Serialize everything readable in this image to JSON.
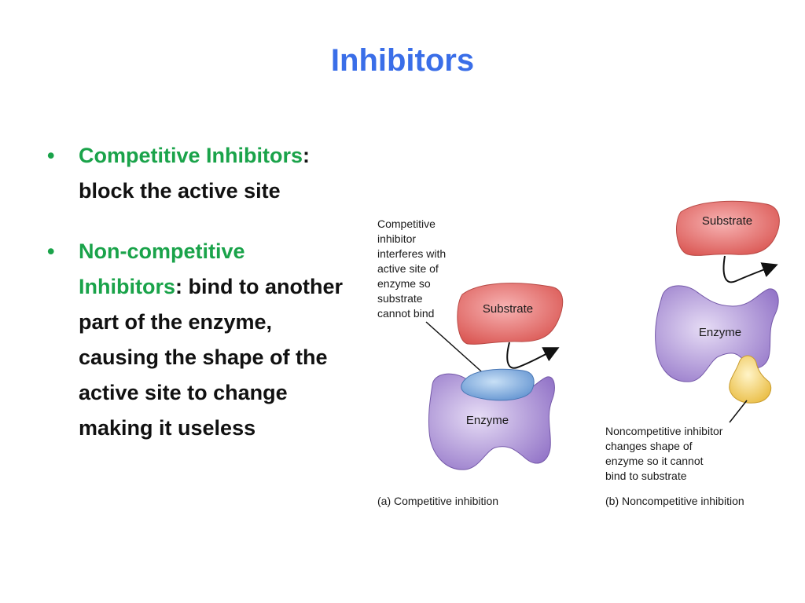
{
  "slide": {
    "title": "Inhibitors",
    "bullets": [
      {
        "term": "Competitive Inhibitors",
        "sep": ":",
        "text": " block the active site"
      },
      {
        "term": "Non-competitive Inhibitors",
        "sep": ":",
        "text": " bind to another part of the enzyme, causing the shape of the active site to change making it useless"
      }
    ]
  },
  "figure": {
    "panel_a": {
      "caption": "(a) Competitive inhibition",
      "note_lines": [
        "Competitive",
        "inhibitor",
        "interferes with",
        "active site of",
        "enzyme so",
        "substrate",
        "cannot bind"
      ],
      "substrate_label": "Substrate",
      "enzyme_label": "Enzyme"
    },
    "panel_b": {
      "caption": "(b) Noncompetitive inhibition",
      "note_lines": [
        "Noncompetitive inhibitor",
        "changes shape of",
        "enzyme so it cannot",
        "bind to substrate"
      ],
      "substrate_label": "Substrate",
      "enzyme_label": "Enzyme"
    }
  },
  "colors": {
    "title": "#3a6ee8",
    "term": "#1aa34a",
    "substrate": "#e06b6b",
    "enzyme": "#a58ad1",
    "competitive_inhibitor": "#7aa7d8",
    "noncompetitive_inhibitor": "#f2cf6e"
  }
}
